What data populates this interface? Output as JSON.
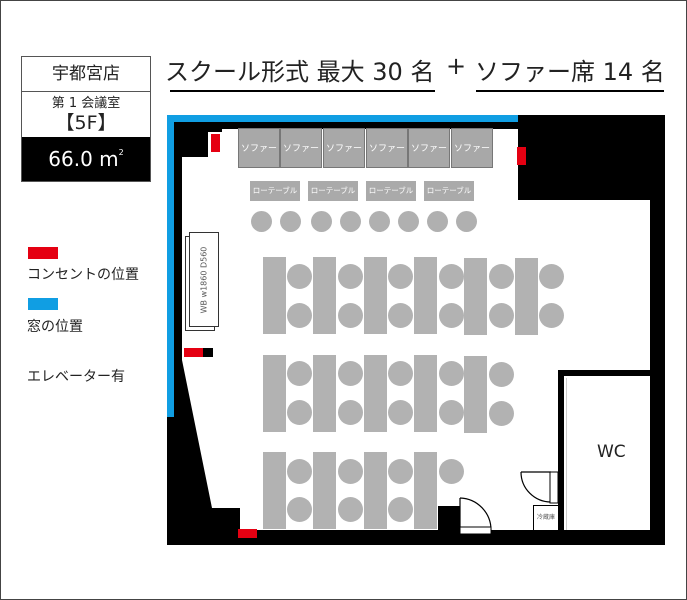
{
  "info": {
    "store": "宇都宮店",
    "room": "第 1 会議室",
    "floor": "【5F】",
    "area": "66.0 m",
    "area_unit_sup": "2"
  },
  "title": {
    "school": "スクール形式 最大 30 名",
    "plus": "+",
    "sofa": "ソファー席 14 名"
  },
  "legend": {
    "outlet_label": "コンセントの位置",
    "outlet_color": "#e50012",
    "window_label": "窓の位置",
    "window_color": "#109ee3",
    "elevator": "エレベーター有"
  },
  "floorplan": {
    "sofas": [
      "ソファー",
      "ソファー",
      "ソファー",
      "ソファー",
      "ソファー",
      "ソファー"
    ],
    "low_tables": [
      "ローテーブル",
      "ローテーブル",
      "ローテーブル",
      "ローテーブル"
    ],
    "whiteboard": "WB w1860 D560",
    "wc": "WC",
    "fridge": "冷蔵庫"
  }
}
